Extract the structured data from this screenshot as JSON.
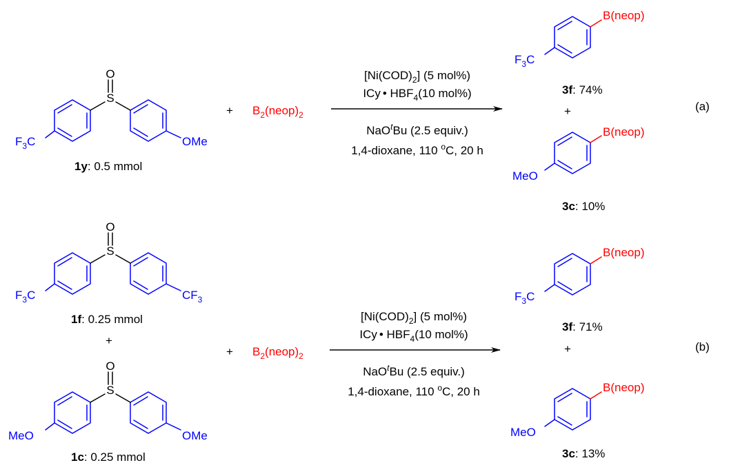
{
  "reaction_a": {
    "reactant": {
      "substituent_left_base": "F",
      "substituent_left_sub": "3",
      "substituent_left_tail": "C",
      "sulfur": "S",
      "oxygen": "O",
      "substituent_right": "OMe",
      "label_bold": "1y",
      "label_rest": ": 0.5 mmol"
    },
    "plus": "+",
    "reagent": {
      "base": "B",
      "sub1": "2",
      "mid": "(neop)",
      "sub2": "2"
    },
    "conditions": {
      "line1": "[Ni(COD)",
      "line1_sub": "2",
      "line1_end": "] (5 mol%)",
      "line2_a": "ICy",
      "line2_dot": "•",
      "line2_b": " HBF",
      "line2_sub": "4",
      "line2_end": "(10 mol%)",
      "line3_a": "NaO",
      "line3_sup": "t",
      "line3_end": "Bu (2.5 equiv.)",
      "line4_a": "1,4-dioxane, 110 ",
      "line4_sup": "o",
      "line4_end": "C, 20 h"
    },
    "product1": {
      "group_base": "F",
      "group_sub": "3",
      "group_tail": "C",
      "boron": "B(neop)",
      "label_bold": "3f",
      "label_rest": ": 74%"
    },
    "plus2": "+",
    "product2": {
      "group": "MeO",
      "boron": "B(neop)",
      "label_bold": "3c",
      "label_rest": ": 10%"
    },
    "tag": "(a)"
  },
  "reaction_b": {
    "reactant1": {
      "substituent_left_base": "F",
      "substituent_left_sub": "3",
      "substituent_left_tail": "C",
      "sulfur": "S",
      "oxygen": "O",
      "substituent_right_base": "CF",
      "substituent_right_sub": "3",
      "label_bold": "1f",
      "label_rest": ": 0.25 mmol"
    },
    "plus_between": "+",
    "reactant2": {
      "substituent_left": "MeO",
      "sulfur": "S",
      "oxygen": "O",
      "substituent_right": "OMe",
      "label_bold": "1c",
      "label_rest": ": 0.25 mmol"
    },
    "plus": "+",
    "reagent": {
      "base": "B",
      "sub1": "2",
      "mid": "(neop)",
      "sub2": "2"
    },
    "conditions": {
      "line1": "[Ni(COD)",
      "line1_sub": "2",
      "line1_end": "] (5 mol%)",
      "line2_a": "ICy",
      "line2_dot": "•",
      "line2_b": " HBF",
      "line2_sub": "4",
      "line2_end": "(10 mol%)",
      "line3_a": "NaO",
      "line3_sup": "t",
      "line3_end": "Bu (2.5 equiv.)",
      "line4_a": "1,4-dioxane, 110 ",
      "line4_sup": "o",
      "line4_end": "C, 20 h"
    },
    "product1": {
      "group_base": "F",
      "group_sub": "3",
      "group_tail": "C",
      "boron": "B(neop)",
      "label_bold": "3f",
      "label_rest": ": 71%"
    },
    "plus2": "+",
    "product2": {
      "group": "MeO",
      "boron": "B(neop)",
      "label_bold": "3c",
      "label_rest": ": 13%"
    },
    "tag": "(b)"
  },
  "colors": {
    "structure": "#0000ff",
    "boron": "#ff0000",
    "text": "#000000"
  }
}
